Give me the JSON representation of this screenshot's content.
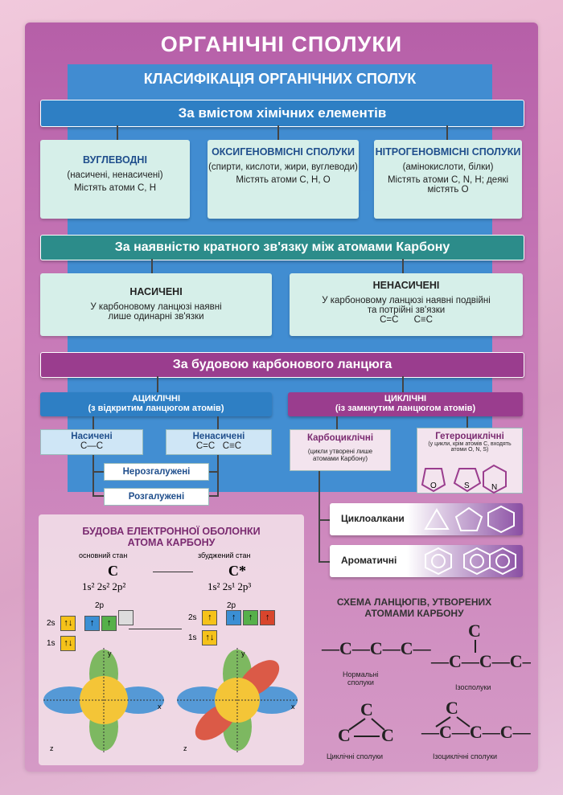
{
  "title": "ОРГАНІЧНІ СПОЛУКИ",
  "subtitle": "КЛАСИФІКАЦІЯ ОРГАНІЧНИХ СПОЛУК",
  "s1": {
    "header": "За вмістом хімічних елементів",
    "b1": {
      "title": "ВУГЛЕВОДНІ",
      "l1": "(насичені, ненасичені)",
      "l2": "Містять атоми С, Н"
    },
    "b2": {
      "title": "ОКСИГЕНОВМІСНІ СПОЛУКИ",
      "l1": "(спирти, кислоти, жири, вуглеводи)",
      "l2": "Містять атоми С, Н, О"
    },
    "b3": {
      "title": "НІТРОГЕНОВМІСНІ СПОЛУКИ",
      "l1": "(амінокислоти, білки)",
      "l2": "Містять атоми С, N, Н; деякі містять О"
    }
  },
  "s2": {
    "header": "За наявністю кратного зв'язку між атомами Карбону",
    "b1": {
      "title": "НАСИЧЕНІ",
      "l1": "У карбоновому ланцюзі наявні лише одинарні зв'язки"
    },
    "b2": {
      "title": "НЕНАСИЧЕНІ",
      "l1": "У карбоновому ланцюзі наявні подвійні та потрійні зв'язки",
      "l2": "С=С      С≡С"
    }
  },
  "s3": {
    "header": "За будовою карбонового ланцюга",
    "acyclic": {
      "l1": "АЦИКЛІЧНІ",
      "l2": "(з відкритим ланцюгом атомів)"
    },
    "cyclic": {
      "l1": "ЦИКЛІЧНІ",
      "l2": "(із замкнутим ланцюгом атомів)"
    },
    "sat": {
      "l1": "Насичені",
      "l2": "С—С"
    },
    "unsat": {
      "l1": "Ненасичені",
      "l2": "С=С   С≡С"
    },
    "unbranched": "Нерозгалужені",
    "branched": "Розгалужені",
    "carbo": {
      "l1": "Карбоциклічні",
      "l2": "(цикли утворені лише атомами Карбону)"
    },
    "hetero": {
      "l1": "Гетероциклічні",
      "l2": "(у цикли, крім атомів С, входять атоми О, N, S)"
    },
    "o": "O",
    "s": "S",
    "n": "N",
    "cycloalkanes": "Циклоалкани",
    "aromatic": "Ароматичні"
  },
  "shell": {
    "t1": "БУДОВА ЕЛЕКТРОННОЇ ОБОЛОНКИ",
    "t2": "АТОМА КАРБОНУ",
    "ground": "основний стан",
    "excited": "збуджений стан",
    "c": "C",
    "cstar": "C*",
    "cfg1": "1s² 2s² 2p²",
    "cfg2": "1s² 2s¹ 2p³",
    "s1": "1s",
    "s2": "2s",
    "p": "2p",
    "y": "y",
    "x": "x",
    "z": "z"
  },
  "chains": {
    "t1": "СХЕМА ЛАНЦЮГІВ, УТВОРЕНИХ",
    "t2": "АТОМАМИ КАРБОНУ",
    "normal1": "Нормальні",
    "normal2": "сполуки",
    "iso": "Ізосполуки",
    "cyclic": "Циклічні сполуки",
    "isocyclic": "Ізоциклічні сполуки",
    "c": "C",
    "cc": "—C—C—C—"
  }
}
